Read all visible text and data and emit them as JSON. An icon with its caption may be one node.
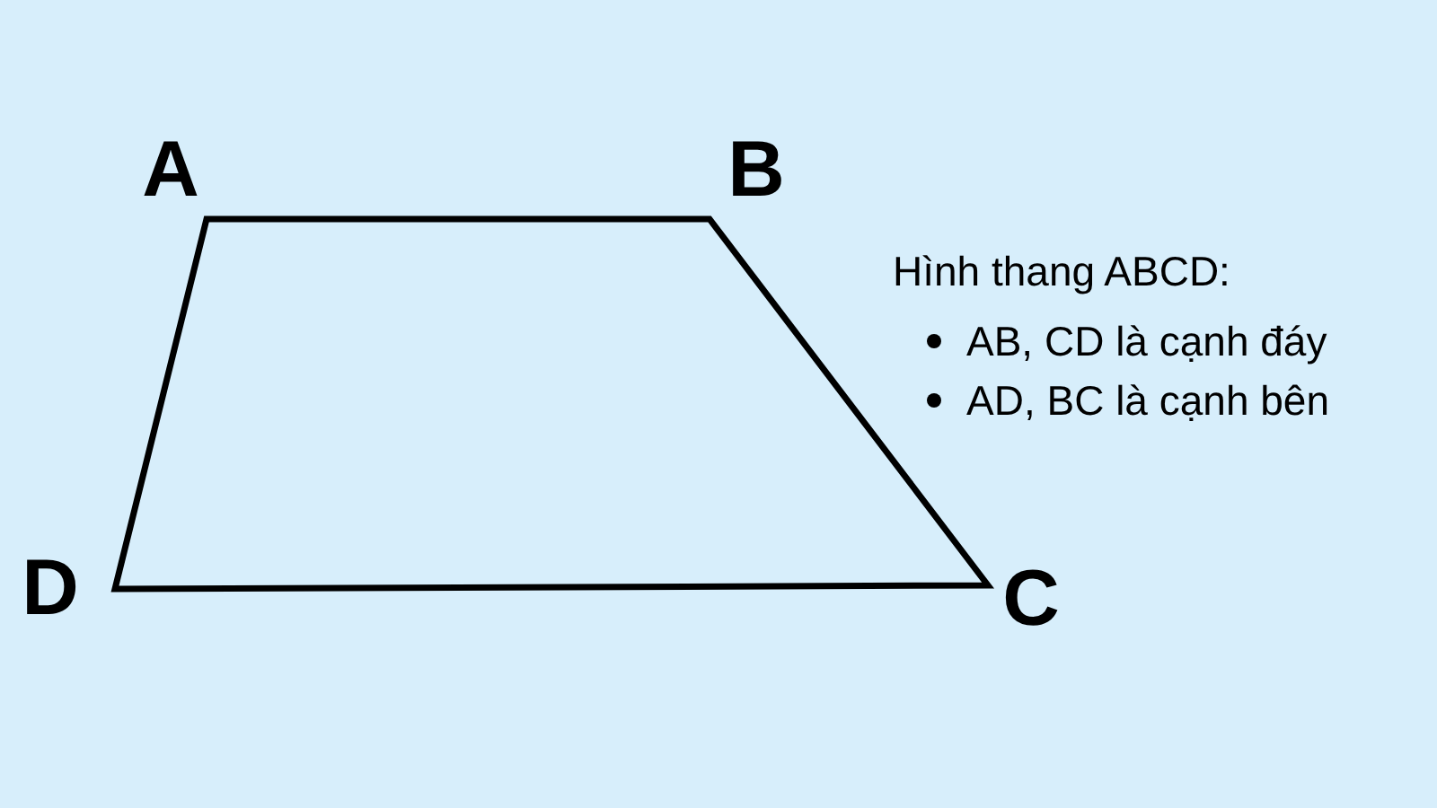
{
  "diagram": {
    "labels": [
      "A",
      "B",
      "D",
      "C",
      "Hình thang ABCD:",
      "AB, CD là cạnh đáy",
      "AD, BC là cạnh bên"
    ]
  }
}
